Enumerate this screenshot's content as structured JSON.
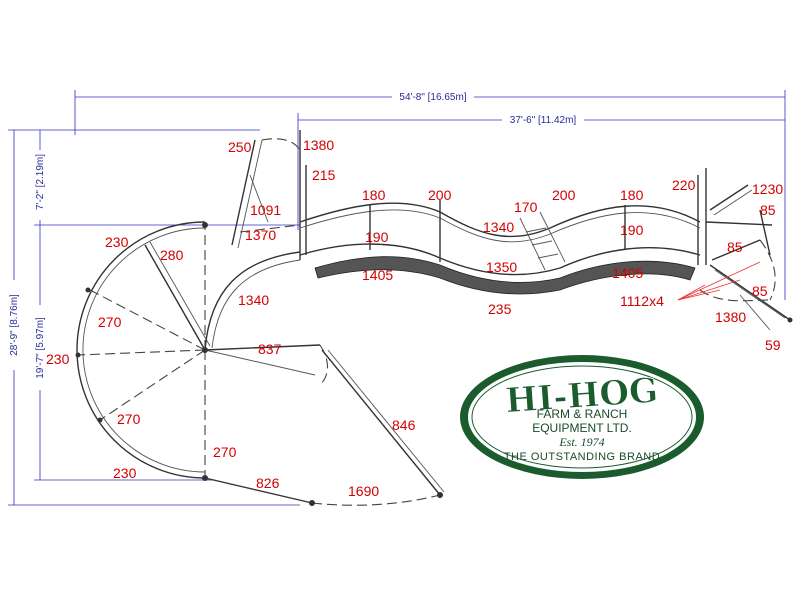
{
  "dimensions": {
    "overall_width": "54'-8\" [16.65m]",
    "partial_width": "37'-6\" [11.42m]",
    "overall_height": "28'-9\" [8.76m]",
    "upper_height": "7'-2\" [2.19m]",
    "lower_height": "19'-7\" [5.97m]"
  },
  "labels": {
    "l250": "250",
    "l1380a": "1380",
    "l215": "215",
    "l180a": "180",
    "l200a": "200",
    "l170": "170",
    "l200b": "200",
    "l180b": "180",
    "l220": "220",
    "l1230": "1230",
    "l1091": "1091",
    "l1370": "1370",
    "l1340a": "1340",
    "l85a": "85",
    "l85b": "85",
    "l190a": "190",
    "l190b": "190",
    "l1405a": "1405",
    "l1350": "1350",
    "l1405b": "1405",
    "l235": "235",
    "l1112": "1112x4",
    "l85c": "85",
    "l1380b": "1380",
    "l59": "59",
    "l230a": "230",
    "l280": "280",
    "l1340b": "1340",
    "l270a": "270",
    "l837": "837",
    "l230b": "230",
    "l270b": "270",
    "l846": "846",
    "l270c": "270",
    "l230c": "230",
    "l826": "826",
    "l1690": "1690"
  },
  "logo": {
    "name": "HI-HOG",
    "line1": "FARM & RANCH",
    "line2": "EQUIPMENT LTD.",
    "est": "Est. 1974",
    "tagline": "THE OUTSTANDING BRAND",
    "color": "#1a5c2e"
  }
}
